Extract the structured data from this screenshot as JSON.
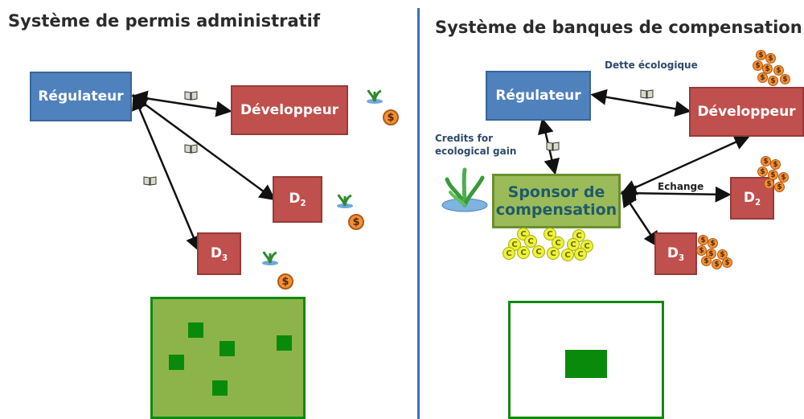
{
  "left": {
    "title": "Système de permis administratif",
    "regulator": "Régulateur",
    "developer": "Développeur",
    "d2": {
      "base": "D",
      "sub": "2"
    },
    "d3": {
      "base": "D",
      "sub": "3"
    }
  },
  "right": {
    "title": "Système de banques de compensation",
    "regulator": "Régulateur",
    "developer": "Développeur",
    "sponsor_line1": "Sponsor de",
    "sponsor_line2": "compensation",
    "d2": {
      "base": "D",
      "sub": "2"
    },
    "d3": {
      "base": "D",
      "sub": "3"
    },
    "debt_label": "Dette écologique",
    "credits_line1": "Credits for",
    "credits_line2": "ecological gain",
    "exchange_label": "Echange"
  },
  "icons": {
    "coin_symbol": "$",
    "credit_symbol": "C",
    "permit": "book-icon",
    "plant": "plant-icon"
  },
  "colors": {
    "regulator": "#4f81bd",
    "developer": "#c0504d",
    "sponsor": "#9bbb59",
    "field_fill": "#8db44a",
    "plot": "#0a8a0a",
    "divider": "#3f72b6"
  }
}
